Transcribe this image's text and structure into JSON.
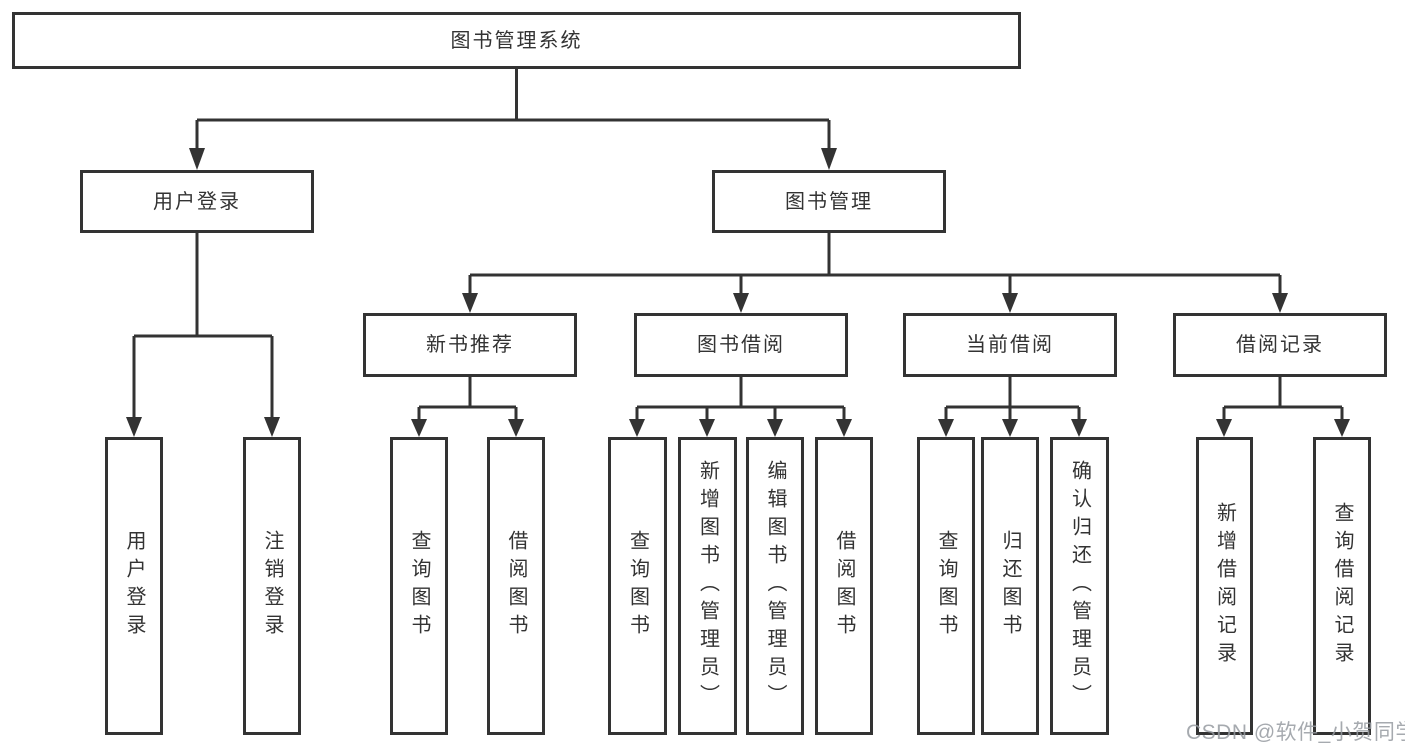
{
  "root": {
    "label": "图书管理系统"
  },
  "branches": [
    {
      "label": "用户登录"
    },
    {
      "label": "图书管理"
    }
  ],
  "modules": [
    {
      "label": "新书推荐"
    },
    {
      "label": "图书借阅"
    },
    {
      "label": "当前借阅"
    },
    {
      "label": "借阅记录"
    }
  ],
  "leaves": {
    "user_login": [
      {
        "label": "用户登录"
      },
      {
        "label": "注销登录"
      }
    ],
    "new_book_recommend": [
      {
        "label": "查询图书"
      },
      {
        "label": "借阅图书"
      }
    ],
    "book_borrow": [
      {
        "label": "查询图书"
      },
      {
        "label": "新增图书（管理员）"
      },
      {
        "label": "编辑图书（管理员）"
      },
      {
        "label": "借阅图书"
      }
    ],
    "current_borrow": [
      {
        "label": "查询图书"
      },
      {
        "label": "归还图书"
      },
      {
        "label": "确认归还（管理员）"
      }
    ],
    "borrow_record": [
      {
        "label": "新增借阅记录"
      },
      {
        "label": "查询借阅记录"
      }
    ]
  },
  "watermark": {
    "text": "CSDN @软件_小贺同学"
  },
  "colors": {
    "line": "#333333",
    "text": "#333333",
    "box_background": "#ffffff",
    "page_background": "#ffffff",
    "watermark": "#9aa0a6"
  }
}
